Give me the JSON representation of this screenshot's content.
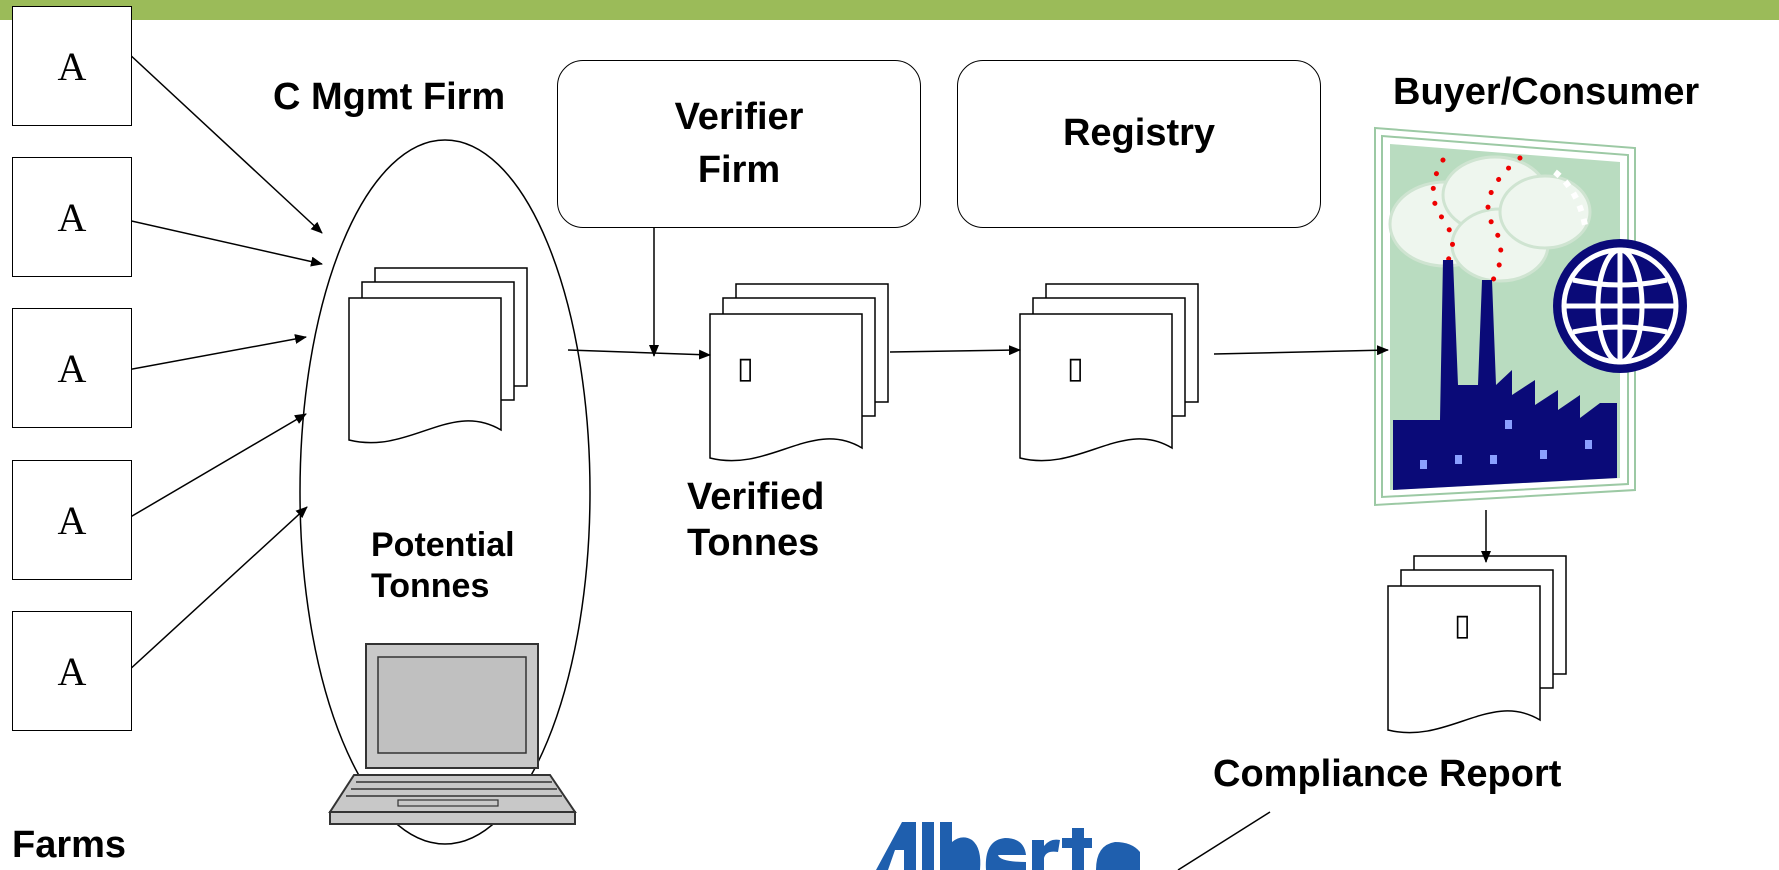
{
  "labels": {
    "c_mgmt_firm": "C Mgmt Firm",
    "verifier_firm_line1": "Verifier",
    "verifier_firm_line2": "Firm",
    "registry": "Registry",
    "buyer_consumer": "Buyer/Consumer",
    "potential_line1": "Potential",
    "potential_line2": "Tonnes",
    "verified_line1": "Verified",
    "verified_line2": "Tonnes",
    "compliance_report": "Compliance Report",
    "farms": "Farms"
  },
  "farms": [
    "A",
    "A",
    "A",
    "A",
    "A"
  ],
  "doc_glyph": "▯",
  "logo_text": "Alberta",
  "colors": {
    "top_bar": "#9bbb59",
    "factory_bg": "#b9dcc0",
    "factory_navy": "#0a0a78",
    "smoke_dots": "#ee0000",
    "frame": "#9cc9a4"
  },
  "icons": [
    "laptop-icon",
    "factory-icon",
    "globe-icon",
    "document-stack-icon",
    "alberta-logo"
  ]
}
